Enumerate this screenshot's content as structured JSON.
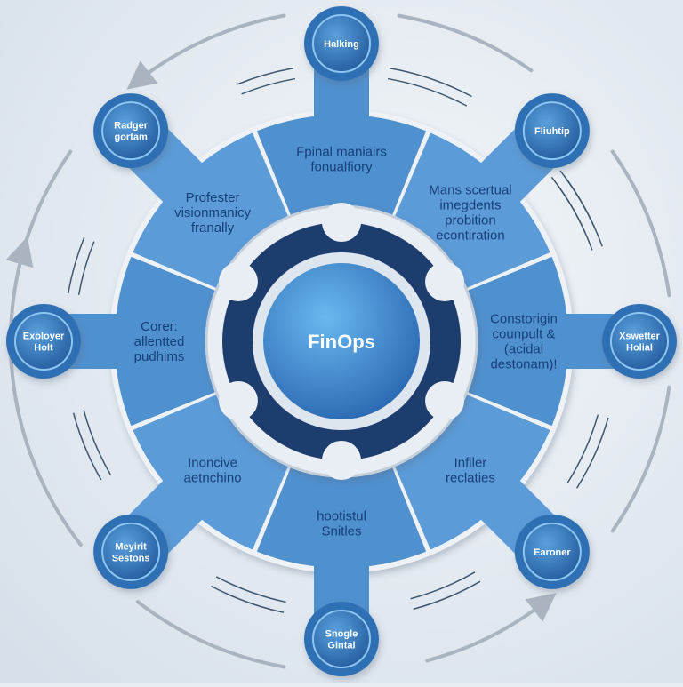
{
  "center": {
    "label": "FinOps"
  },
  "segments": [
    {
      "angle": -90,
      "lines": [
        "Fpinal maniairs",
        "fonualfiory"
      ]
    },
    {
      "angle": -45,
      "lines": [
        "Mans scertual",
        "imegdents",
        "probition",
        "econtiration"
      ]
    },
    {
      "angle": 0,
      "lines": [
        "Constorigin",
        "counpult &",
        "(acidal",
        "destonam)!"
      ]
    },
    {
      "angle": 45,
      "lines": [
        "Infiler",
        "reclaties"
      ]
    },
    {
      "angle": 90,
      "lines": [
        "hootistul",
        "Snitles"
      ]
    },
    {
      "angle": 135,
      "lines": [
        "Inoncive",
        "aetnchino"
      ]
    },
    {
      "angle": 180,
      "lines": [
        "Corer:",
        "allentted",
        "pudhims"
      ]
    },
    {
      "angle": -135,
      "lines": [
        "Profester",
        "visionmanicy",
        "franally"
      ]
    }
  ],
  "nodes": [
    {
      "angle": -90,
      "lines": [
        "Halking"
      ]
    },
    {
      "angle": -45,
      "lines": [
        "Fliuhtip"
      ]
    },
    {
      "angle": 0,
      "lines": [
        "Xswetter",
        "Holial"
      ]
    },
    {
      "angle": 45,
      "lines": [
        "Earoner"
      ]
    },
    {
      "angle": 90,
      "lines": [
        "Snogle",
        "Gintal"
      ]
    },
    {
      "angle": 135,
      "lines": [
        "Meyirit",
        "Sestons"
      ]
    },
    {
      "angle": 180,
      "lines": [
        "Exoloyer",
        "Holt"
      ]
    },
    {
      "angle": -135,
      "lines": [
        "Radger",
        "gortam"
      ]
    }
  ],
  "colors": {
    "segment": "#4f90cf",
    "segment_alt": "#5b9bd8",
    "node": "#2f6fb3",
    "gear": "#1c3d6d",
    "center_light": "#6ab8ef",
    "center_dark": "#2a68b2",
    "arrow": "#a9b4c0"
  }
}
